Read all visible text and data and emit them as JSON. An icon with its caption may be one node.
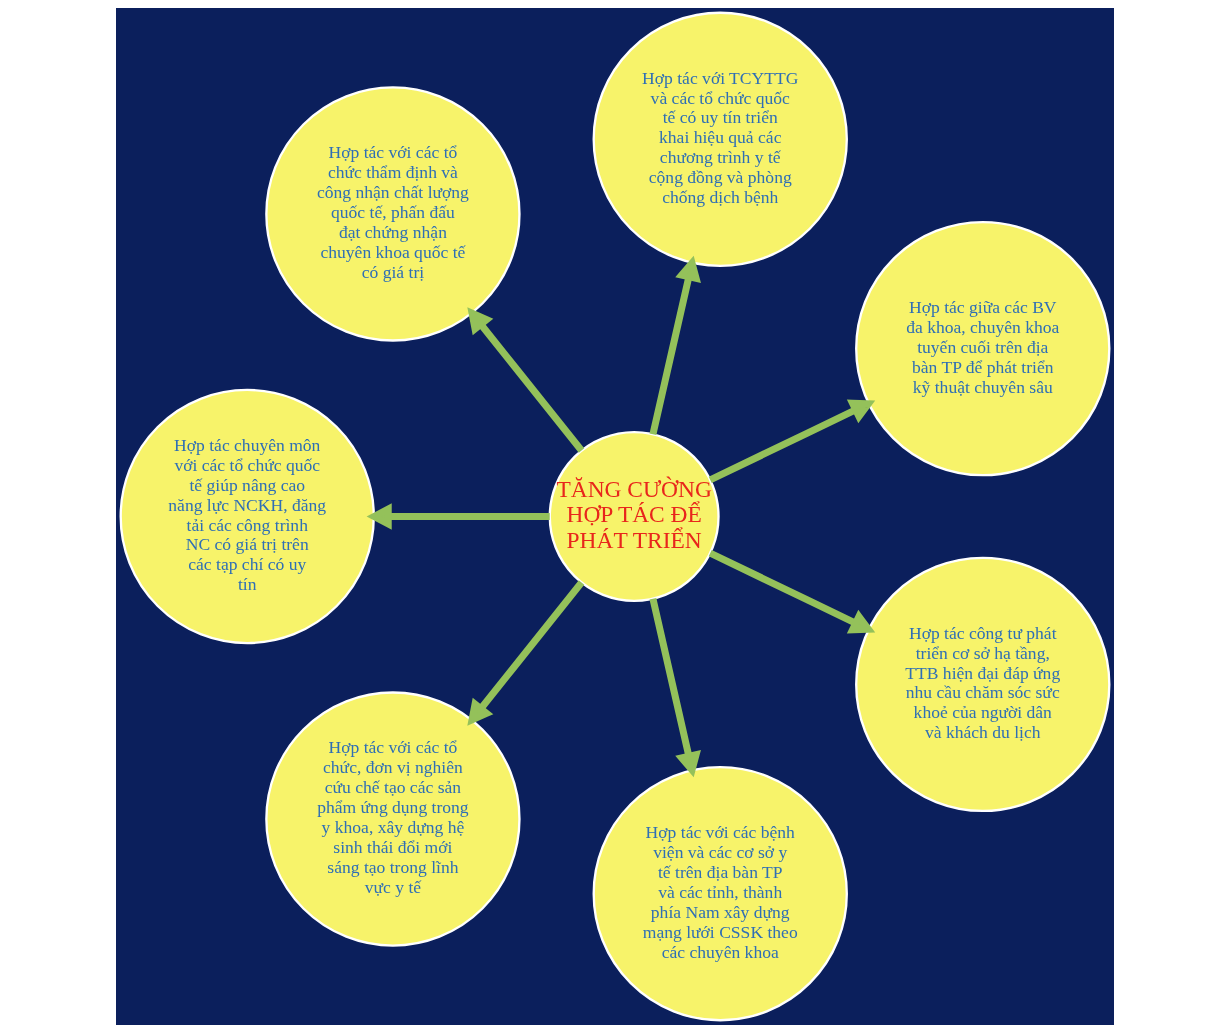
{
  "diagram": {
    "nodes": [
      {
        "text": [
          "TĂNG CƯỜNG HỢP TÁC ĐỂ PHÁT TRIỂN"
        ]
      },
      {
        "text": [
          "Hợp tác giữa các BV đa khoa, chuyên khoa tuyến cuối trên địa bàn TP để phát triển kỹ thuật chuyên sâu"
        ]
      },
      {
        "text": [
          "Hợp tác với TCYTTG và các tổ chức quốc tế có uy tín triển khai hiệu quả các chương trình y tế cộng đồng và phòng chống dịch bệnh"
        ]
      },
      {
        "text": [
          "Hợp tác với các tổ chức thẩm định và công nhận chất lượng quốc tế, phấn đấu đạt chứng nhận chuyên khoa quốc tế có giá trị"
        ]
      },
      {
        "text": [
          "Hợp tác chuyên môn với các tổ chức quốc tế giúp nâng cao năng lực NCKH, đăng tải các công trình NC có giá trị trên các tạp chí có uy tín"
        ]
      },
      {
        "text": [
          "Hợp tác với các tổ chức, đơn vị nghiên cứu chế tạo các sản phẩm ứng dụng trong y khoa, xây dựng hệ sinh thái đổi mới sáng tạo trong lĩnh vực y tế"
        ]
      },
      {
        "text": [
          "Hợp tác với các bệnh viện và các cơ sở y tế trên địa bàn TP và các tỉnh, thành phía Nam xây dựng mạng lưới CSSK theo các chuyên khoa"
        ]
      },
      {
        "text": [
          "Hợp tác công tư phát triển cơ sở hạ tầng, TTB hiện đại đáp ứng nhu cầu chăm sóc sức khoẻ của người dân và khách du lịch"
        ]
      }
    ],
    "edges": [
      {
        "from": 0,
        "to": 1,
        "arrow": "to"
      },
      {
        "from": 0,
        "to": 2,
        "arrow": "to"
      },
      {
        "from": 0,
        "to": 3,
        "arrow": "to"
      },
      {
        "from": 0,
        "to": 4,
        "arrow": "to"
      },
      {
        "from": 0,
        "to": 5,
        "arrow": "to"
      },
      {
        "from": 0,
        "to": 6,
        "arrow": "to"
      },
      {
        "from": 0,
        "to": 7,
        "arrow": "to"
      }
    ]
  }
}
